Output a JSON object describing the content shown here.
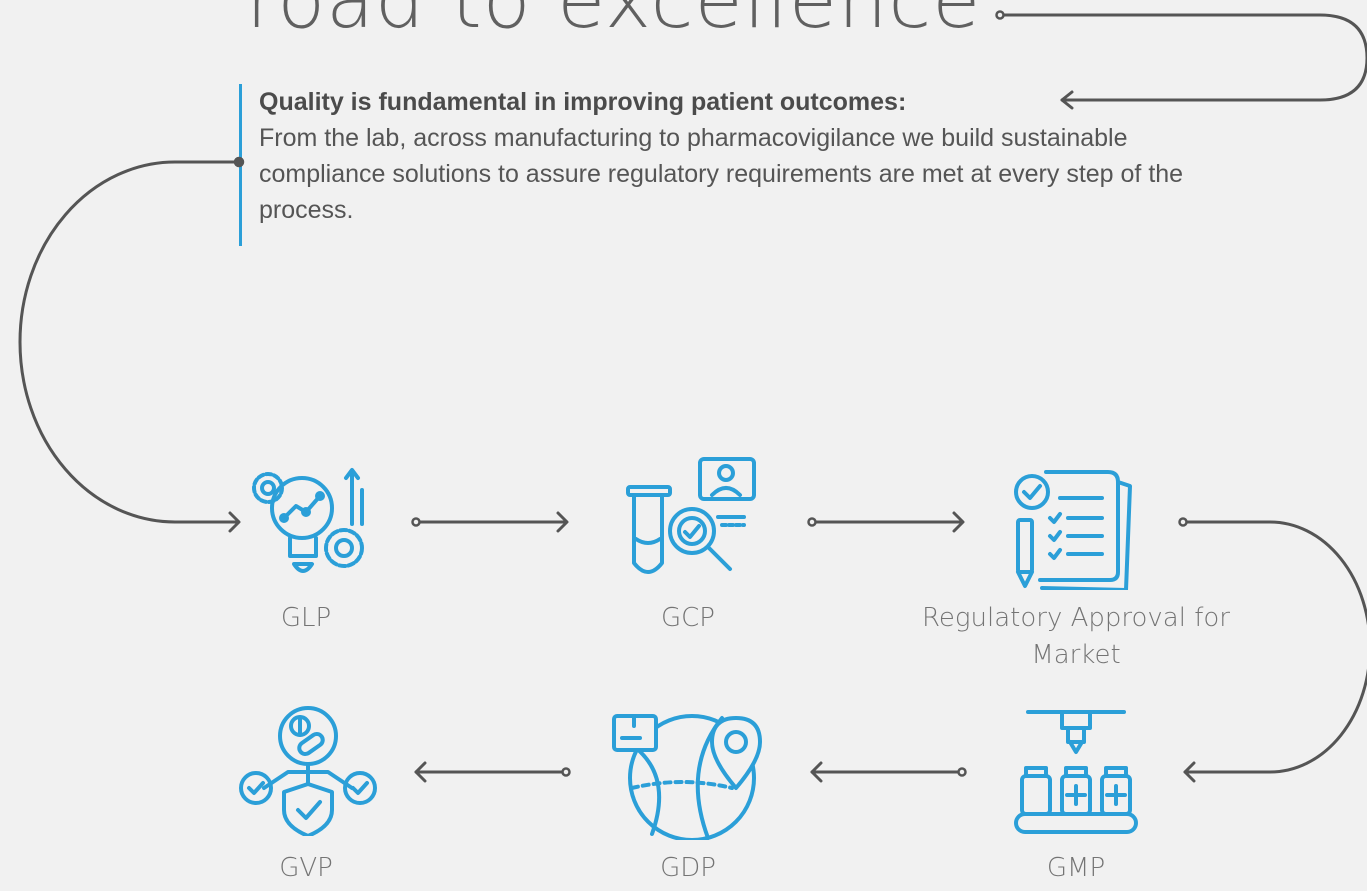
{
  "headline": "road to excellence",
  "intro": {
    "lead": "Quality is fundamental in improving patient outcomes:",
    "body": "From the lab, across manufacturing to pharmacovigilance we build sustainable compliance solutions to assure regulatory requirements are met at every step of the process."
  },
  "steps": [
    {
      "label": "GLP",
      "icon": "lab-research-gears-icon"
    },
    {
      "label": "GCP",
      "icon": "clinical-trial-test-tube-icon"
    },
    {
      "label": "Regulatory Approval for Market",
      "icon": "checklist-approval-icon"
    },
    {
      "label": "GMP",
      "icon": "manufacturing-line-icon"
    },
    {
      "label": "GDP",
      "icon": "global-distribution-icon"
    },
    {
      "label": "GVP",
      "icon": "pharmacovigilance-shield-icon"
    }
  ],
  "colors": {
    "accent": "#2b9fd8",
    "line": "#555555",
    "text": "#747474",
    "background": "#f1f1f1"
  }
}
